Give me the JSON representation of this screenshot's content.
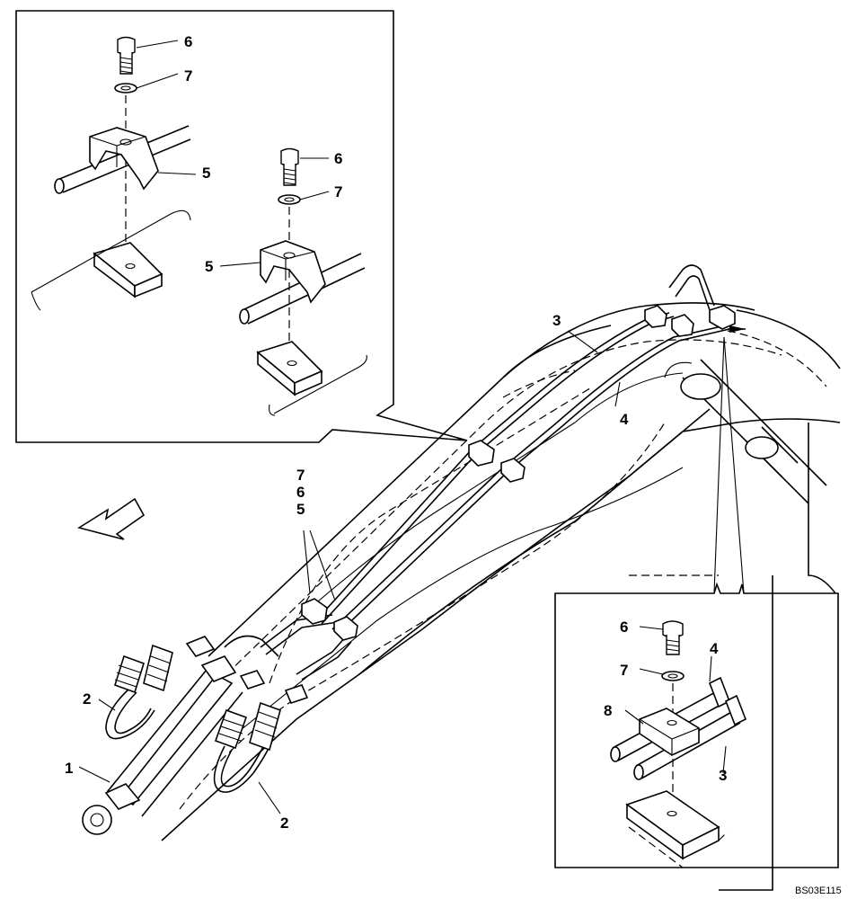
{
  "diagram": {
    "code": "BS03E115",
    "callouts": {
      "c1": "1",
      "c2a": "2",
      "c2b": "2",
      "c3_main": "3",
      "c4_main": "4",
      "c7_stack": "7",
      "c6_stack": "6",
      "c5_stack": "5",
      "c6_tl1": "6",
      "c7_tl1": "7",
      "c5_tl1": "5",
      "c6_tl2": "6",
      "c7_tl2": "7",
      "c5_tl2": "5",
      "c6_br": "6",
      "c7_br": "7",
      "c4_br": "4",
      "c8_br": "8",
      "c3_br": "3"
    },
    "icons": {
      "direction": "front-direction-arrow-icon",
      "bolt": "bolt-icon",
      "washer": "washer-icon",
      "clamp": "clamp-icon"
    }
  }
}
